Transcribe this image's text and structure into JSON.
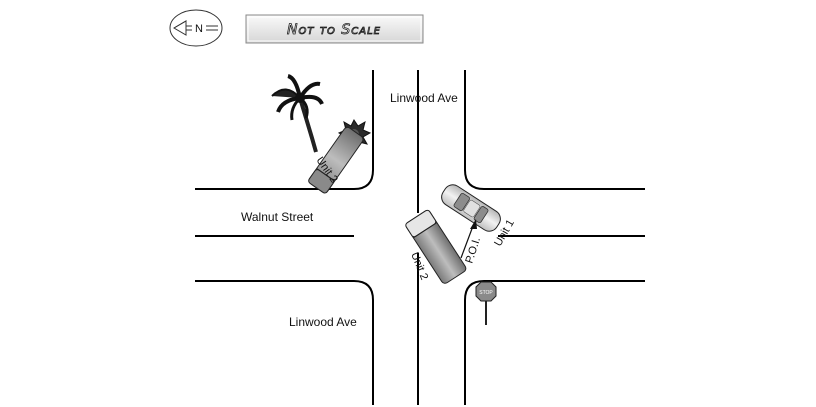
{
  "compass": {
    "label": "N"
  },
  "scale_note": "Not to Scale",
  "streets": {
    "linwood_north": "Linwood Ave",
    "linwood_south": "Linwood Ave",
    "walnut": "Walnut Street"
  },
  "vehicles": {
    "unit2_parked": "Unit 2",
    "unit2_truck": "Unit 2",
    "unit1_car": "Unit 1"
  },
  "poi_label": "P.O.I.",
  "stop_sign": "STOP",
  "icons": [
    "compass-icon",
    "palm-tree-icon",
    "shrub-icon",
    "stop-sign-icon"
  ]
}
